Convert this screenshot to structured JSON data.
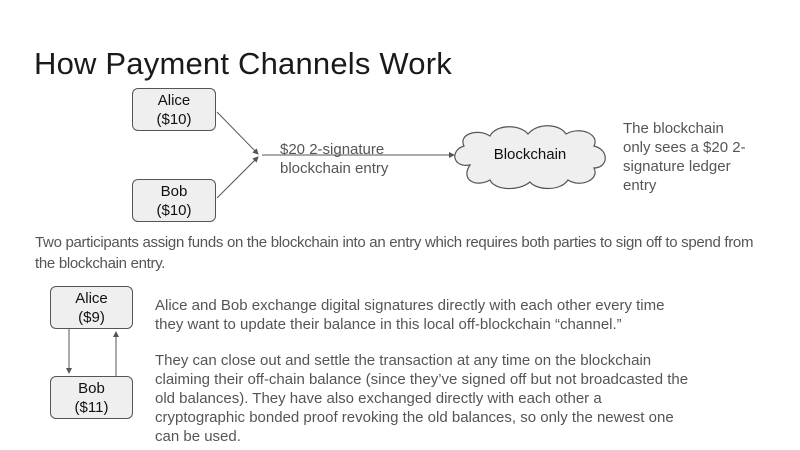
{
  "title": "How Payment Channels Work",
  "top_diagram": {
    "alice": {
      "name": "Alice",
      "balance": "($10)"
    },
    "bob": {
      "name": "Bob",
      "balance": "($10)"
    },
    "entry_label_line1": "$20 2-signature",
    "entry_label_line2": "blockchain entry",
    "cloud_label": "Blockchain",
    "side_note": [
      "The blockchain",
      "only sees a $20 2-",
      "signature ledger",
      "entry"
    ]
  },
  "explanation_1": "Two participants assign funds on the blockchain into an entry which requires both parties to sign off to spend from the blockchain entry.",
  "bottom_diagram": {
    "alice": {
      "name": "Alice",
      "balance": "($9)"
    },
    "bob": {
      "name": "Bob",
      "balance": "($11)"
    }
  },
  "paragraph_1": "Alice and Bob exchange digital signatures directly with each other every time they want to update their balance in this local off-blockchain “channel.”",
  "paragraph_2": "They can close out and settle the transaction at any time on the blockchain claiming their off-chain balance (since they’ve signed off but not broadcasted the old balances). They have also exchanged directly with each other a cryptographic bonded proof revoking the old balances, so only the newest one can be used."
}
